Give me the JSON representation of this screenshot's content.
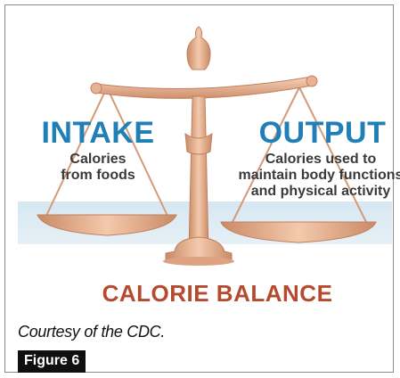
{
  "diagram": {
    "intake": {
      "title": "INTAKE",
      "desc": [
        "Calories",
        "from foods"
      ]
    },
    "output": {
      "title": "OUTPUT",
      "desc": [
        "Calories used to",
        "maintain body functions",
        "and physical activity"
      ]
    },
    "balance_label": "CALORIE BALANCE"
  },
  "caption": "Courtesy of the CDC.",
  "figure_label": "Figure 6",
  "colors": {
    "title_blue": "#1f7fb6",
    "balance_red": "#b64a2e",
    "scale_copper": "#e9b08e",
    "floor_blue": "#dbe9f2"
  }
}
